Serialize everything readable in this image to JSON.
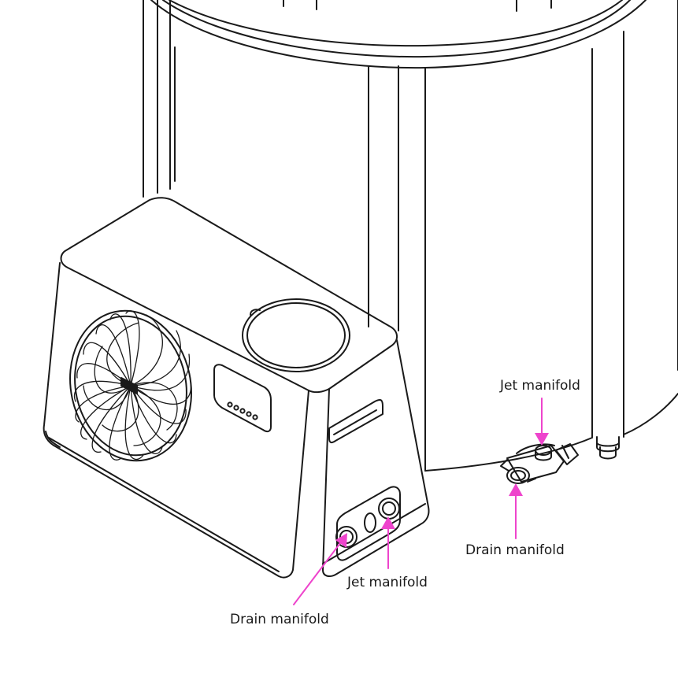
{
  "labels": {
    "jet_right": "Jet manifold",
    "drain_right": "Drain manifold",
    "jet_unit": "Jet manifold",
    "drain_unit": "Drain manifold"
  },
  "colors": {
    "line": "#1a1a1a",
    "callout": "#ee44cc"
  }
}
